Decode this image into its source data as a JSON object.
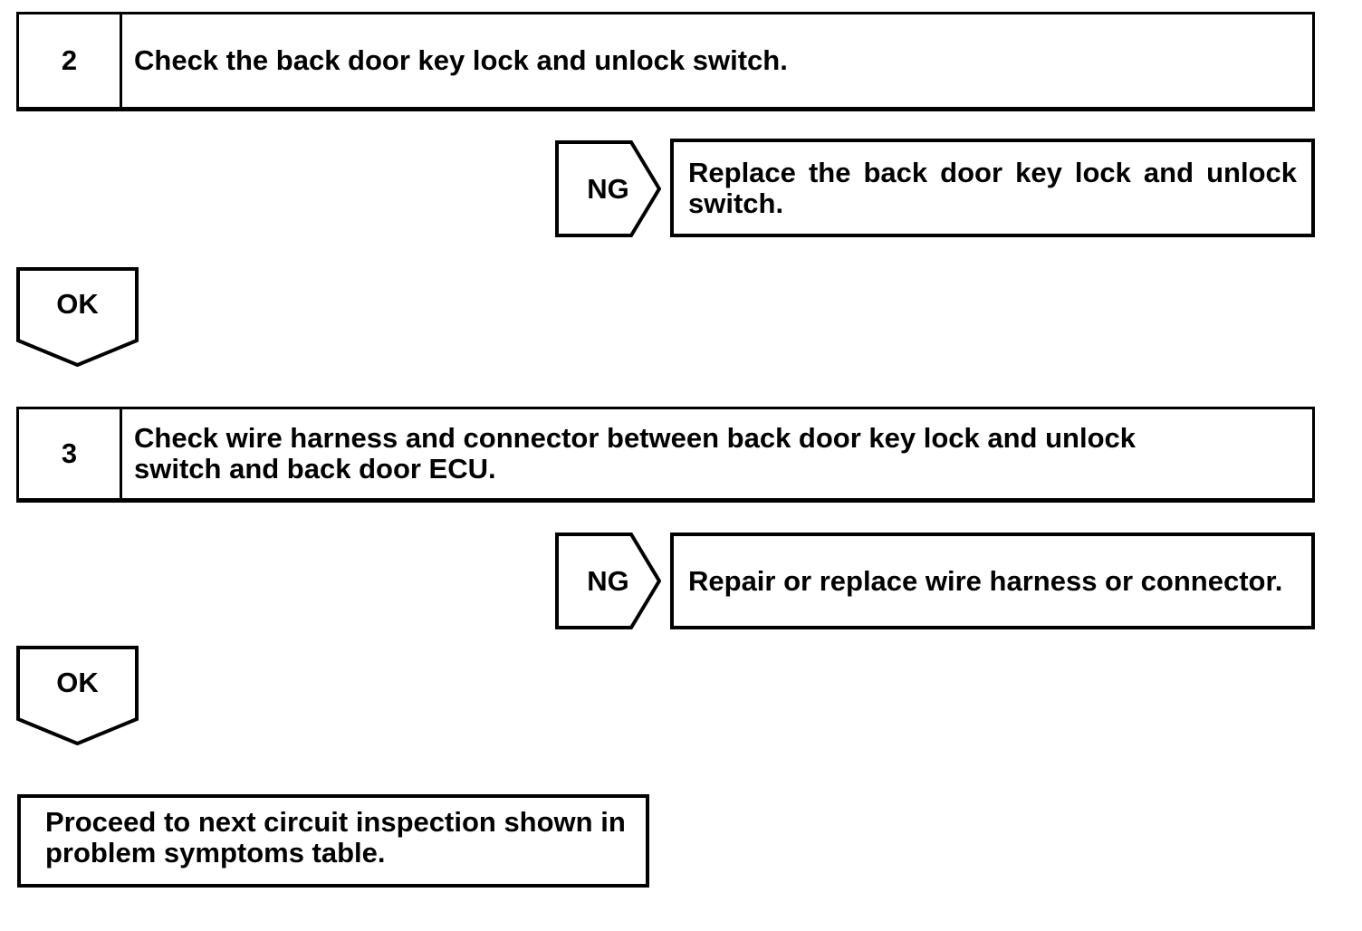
{
  "page": {
    "background": "#ffffff",
    "ink": "#000000"
  },
  "flowchart": {
    "steps": [
      {
        "number": "2",
        "instruction": "Check the back door key lock and unlock switch.",
        "ng_label": "NG",
        "ng_action": "Replace the back door key lock and unlock switch.",
        "ok_label": "OK"
      },
      {
        "number": "3",
        "instruction": "Check wire harness and connector between back door key lock and unlock switch and back door ECU.",
        "ng_label": "NG",
        "ng_action": "Repair or replace wire harness or connector.",
        "ok_label": "OK"
      }
    ],
    "terminal_text": "Proceed to next circuit inspection shown in problem symptoms table."
  }
}
